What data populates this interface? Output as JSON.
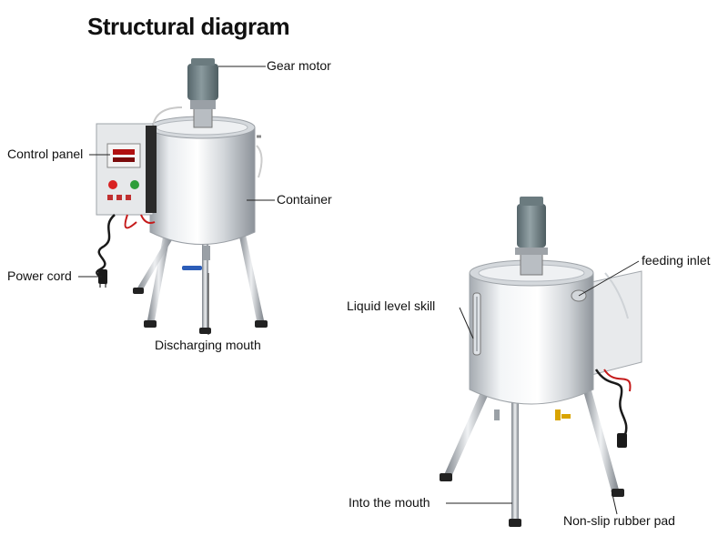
{
  "title": "Structural diagram",
  "figure1": {
    "labels": {
      "gear_motor": "Gear motor",
      "control_panel": "Control panel",
      "container": "Container",
      "power_cord": "Power cord",
      "discharging_mouth": "Discharging mouth"
    }
  },
  "figure2": {
    "labels": {
      "feeding_inlet": "feeding inlet",
      "liquid_level_skill": "Liquid level skill",
      "into_the_mouth": "Into the mouth",
      "non_slip_rubber_pad": "Non-slip rubber pad"
    }
  },
  "colors": {
    "steel_light": "#f1f3f5",
    "steel_mid": "#c9cdd2",
    "steel_dark": "#8b9097",
    "motor": "#6f8084",
    "panel": "#e4e6e8",
    "display": "#b01010",
    "button_red": "#d92222",
    "button_green": "#2e9e3a",
    "valve_blue": "#2c5db8",
    "valve_yellow": "#d9a400",
    "cable_red": "#c51a1a",
    "cable_black": "#1a1a1a",
    "pad_black": "#222222"
  }
}
